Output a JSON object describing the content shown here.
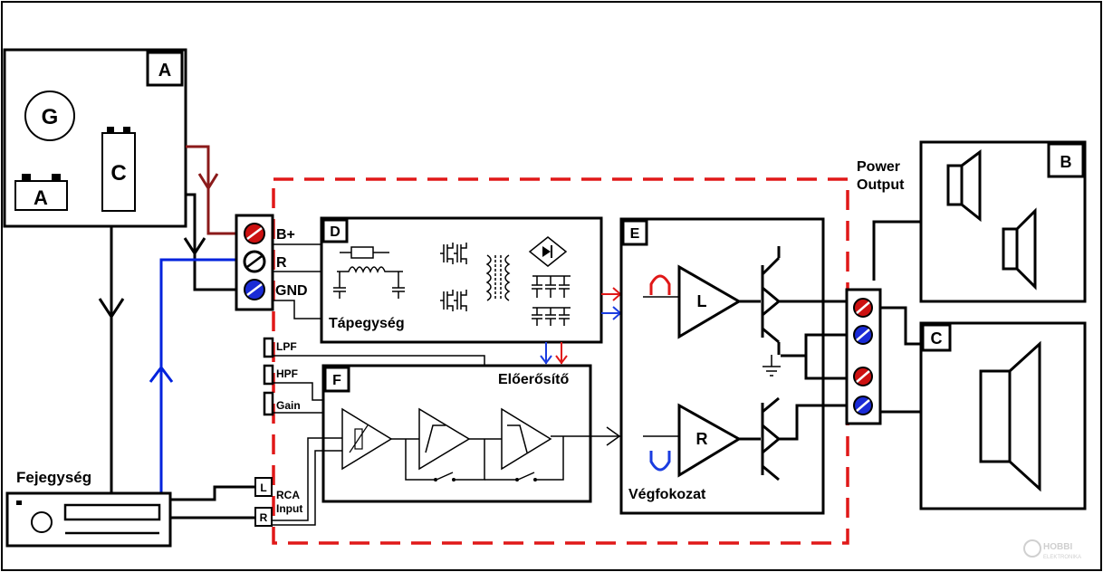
{
  "blocks": {
    "a_label": "A",
    "b_label": "B",
    "c_label": "C",
    "d_label": "D",
    "e_label": "E",
    "f_label": "F"
  },
  "vehicle_electrics": {
    "generator_symbol": "G",
    "battery_symbol": "A",
    "capacitor_symbol": "C"
  },
  "power_terminals": {
    "bplus": "B+",
    "remote": "R",
    "ground": "GND"
  },
  "power_supply": {
    "title": "Tápegység"
  },
  "preamp": {
    "title": "Előerősítő",
    "controls": [
      "LPF",
      "HPF",
      "Gain"
    ]
  },
  "power_stage": {
    "title": "Végfokozat",
    "left_amp": "L",
    "right_amp": "R"
  },
  "head_unit": {
    "title": "Fejegység",
    "rca_left": "L",
    "rca_right": "R",
    "rca_input_line1": "RCA",
    "rca_input_line2": "Input"
  },
  "output": {
    "power_output_line1": "Power",
    "power_output_line2": "Output"
  },
  "watermark": "HOBBI ELEKTRONIKA",
  "colors": {
    "positive_wire": "#8b1a1a",
    "remote_wire": "#0022dd",
    "boundary": "#e01818",
    "red_arrow": "#e01818",
    "blue_arrow": "#1a3ce0",
    "terminal_red": "#cc1111",
    "terminal_blue": "#1a2bd6"
  }
}
